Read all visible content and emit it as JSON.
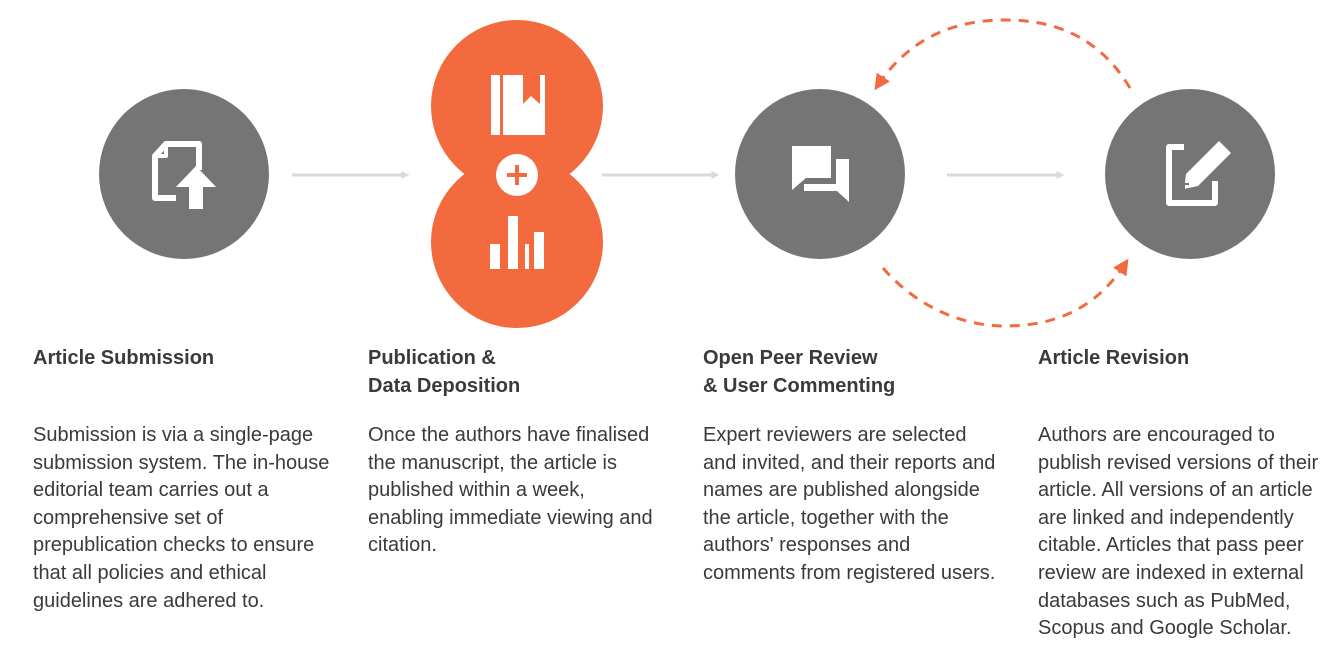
{
  "colors": {
    "grey_circle": "#757575",
    "orange": "#f26a3d",
    "arrow_grey": "#d9d9d9",
    "text": "#3a3a3a"
  },
  "icons": [
    "document-upload-icon",
    "book-icon",
    "plus-icon",
    "bar-chart-icon",
    "chat-bubbles-icon",
    "edit-document-icon"
  ],
  "steps": [
    {
      "title": "Article Submission",
      "description": "Submission is via a single-page submission system. The in-house editorial team carries out a comprehensive set of prepublication checks to ensure that all policies and ethical guidelines are adhered to."
    },
    {
      "title": "Publication &\nData Deposition",
      "description": "Once the authors have finalised the manuscript, the article is published within a week, enabling immediate viewing and citation."
    },
    {
      "title": "Open Peer Review\n& User Commenting",
      "description": "Expert reviewers are selected and invited, and their reports and names are published alongside the article, together with the authors' responses and comments from registered users."
    },
    {
      "title": "Article Revision",
      "description": "Authors are encouraged to publish revised versions of their article. All versions of an article are linked and independently citable. Articles that pass peer review are indexed in external databases such as PubMed, Scopus and Google Scholar."
    }
  ]
}
